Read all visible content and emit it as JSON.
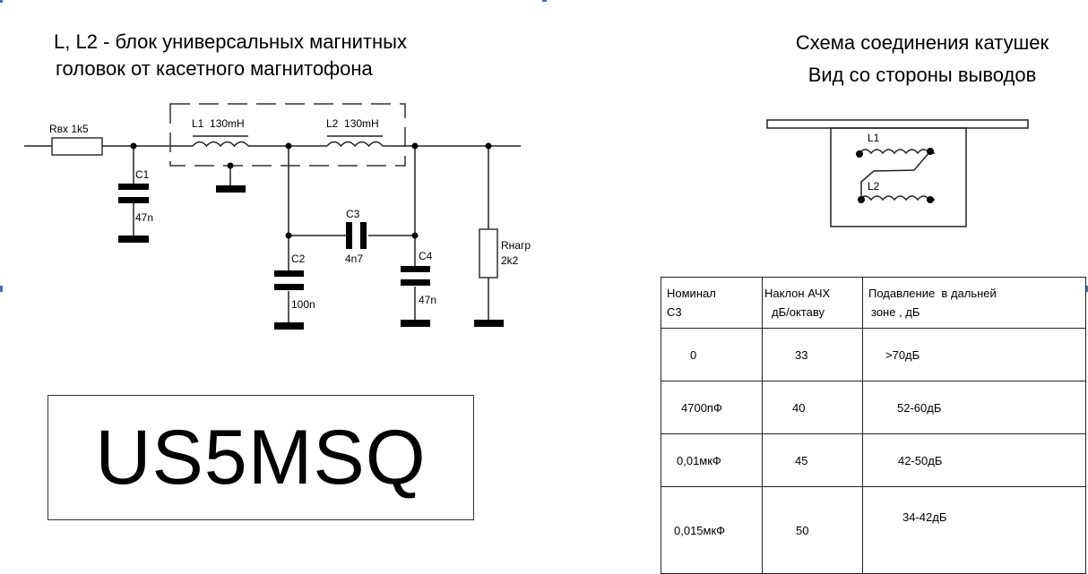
{
  "left_title": {
    "line1": "L, L2 - блок универсальных магнитных",
    "line2": "головок от касетного магнитофона"
  },
  "right_title": {
    "line1": "Схема соединения катушек",
    "line2": "Вид со стороны выводов"
  },
  "schematic": {
    "r_in_label": "Rвх 1k5",
    "c1_name": "C1",
    "c1_value": "47n",
    "l1_label": "L1  130mH",
    "l2_label": "L2  130mH",
    "c2_name": "C2",
    "c2_value": "100n",
    "c3_name": "C3",
    "c3_value": "4n7",
    "c4_name": "C4",
    "c4_value": "47n",
    "r_load_name": "Rнагр",
    "r_load_value": "2k2"
  },
  "coil_diagram": {
    "l1_label": "L1",
    "l2_label": "L2"
  },
  "callsign": "US5MSQ",
  "table": {
    "headers": [
      {
        "line1": "Номинал",
        "line2": "C3"
      },
      {
        "line1": "Наклон АЧХ",
        "line2": "дБ/октаву"
      },
      {
        "line1": "Подавление  в дальней",
        "line2": "зоне , дБ"
      }
    ],
    "rows": [
      {
        "nominal": "0",
        "slope": "33",
        "suppression": ">70дБ"
      },
      {
        "nominal": "4700пФ",
        "slope": "40",
        "suppression": "52-60дБ"
      },
      {
        "nominal": "0,01мкФ",
        "slope": "45",
        "suppression": "42-50дБ"
      },
      {
        "nominal": "0,015мкФ",
        "slope": "50",
        "suppression": "34-42дБ"
      }
    ]
  },
  "colors": {
    "edge_marker": "#4a6fa5"
  }
}
